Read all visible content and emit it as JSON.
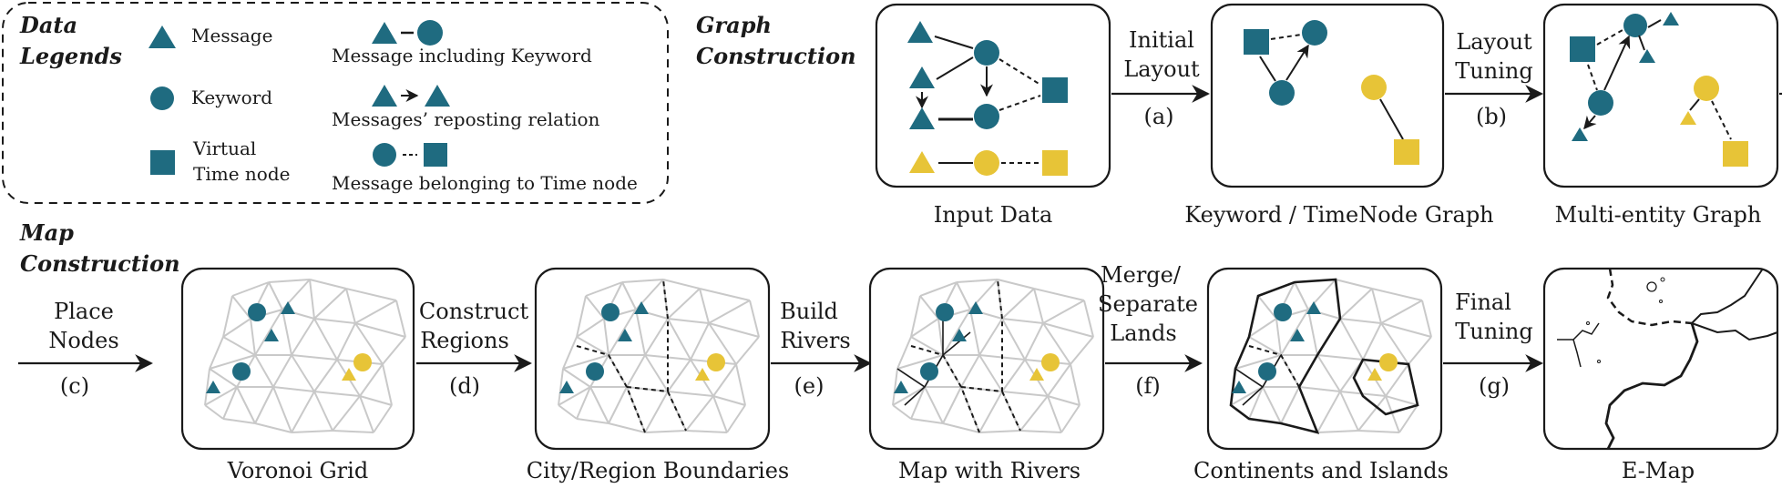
{
  "colors": {
    "teal": "#1f6b80",
    "yellow": "#e7c437",
    "ink": "#1a1a1a",
    "mesh": "#c9c9c9"
  },
  "legend": {
    "title_line1": "Data",
    "title_line2": "Legends",
    "message": "Message",
    "keyword": "Keyword",
    "virtual_line1": "Virtual",
    "virtual_line2": "Time node",
    "msg_keyword": "Message including Keyword",
    "reposting": "Messages’ reposting relation",
    "belonging": "Message belonging to Time node"
  },
  "graph": {
    "title_line1": "Graph",
    "title_line2": "Construction",
    "panel_labels": [
      "Input Data",
      "Keyword  /  TimeNode Graph",
      "Multi-entity Graph"
    ],
    "step_a": {
      "line1": "Initial",
      "line2": "Layout",
      "tag": "(a)"
    },
    "step_b": {
      "line1": "Layout",
      "line2": "Tuning",
      "tag": "(b)"
    }
  },
  "map": {
    "title_line1": "Map",
    "title_line2": "Construction",
    "step_c": {
      "line1": "Place",
      "line2": "Nodes",
      "tag": "(c)"
    },
    "step_d": {
      "line1": "Construct",
      "line2": "Regions",
      "tag": "(d)"
    },
    "step_e": {
      "line1": "Build",
      "line2": "Rivers",
      "tag": "(e)"
    },
    "step_f": {
      "line1": "Merge/",
      "line2": "Separate",
      "line3": "Lands",
      "tag": "(f)"
    },
    "step_g": {
      "line1": "Final",
      "line2": "Tuning",
      "tag": "(g)"
    },
    "panel_labels": [
      "Voronoi Grid",
      "City/Region Boundaries",
      "Map with Rivers",
      "Continents and Islands",
      "E-Map"
    ]
  }
}
